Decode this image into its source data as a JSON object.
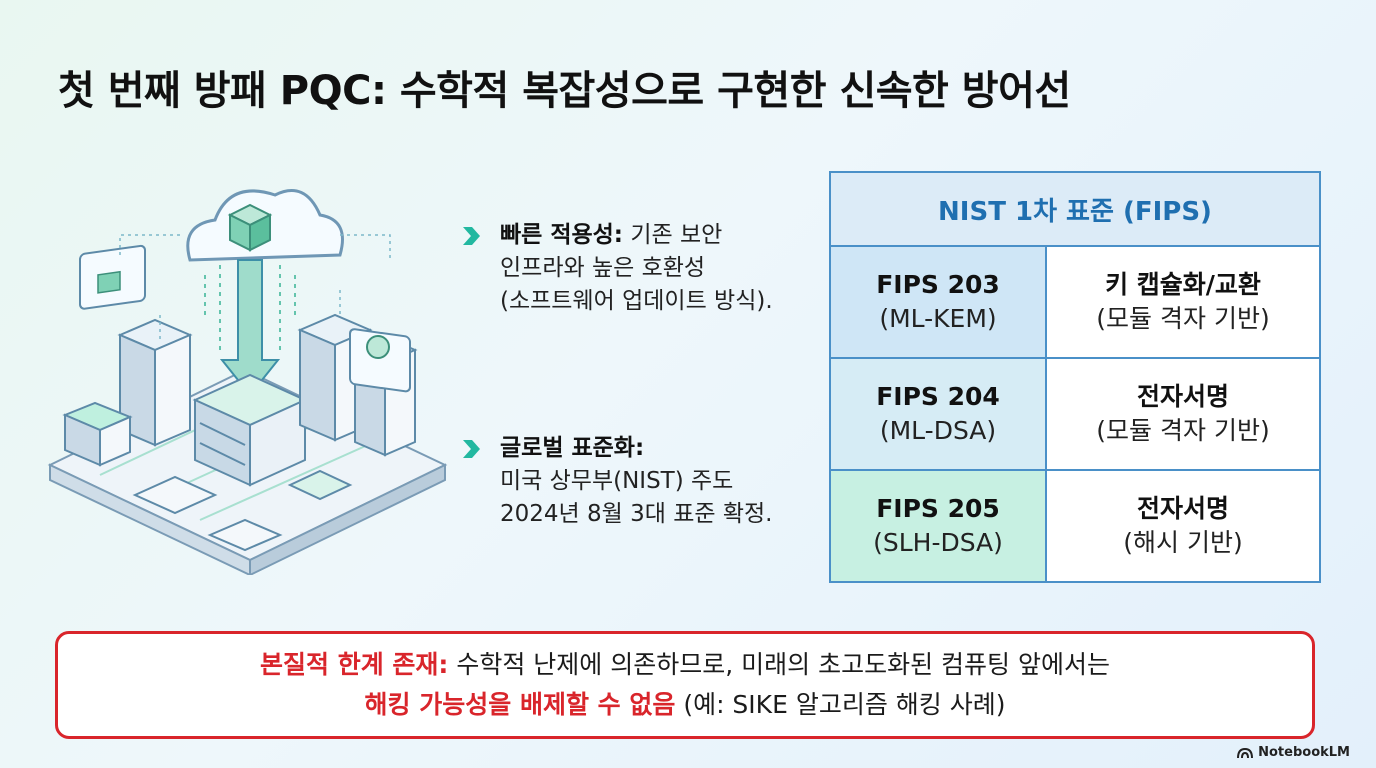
{
  "title": "첫 번째 방패 PQC: 수학적 복잡성으로 구현한 신속한 방어선",
  "bullets": [
    {
      "head": "빠른 적용성:",
      "lines": [
        "기존 보안",
        "인프라와 높은 호환성",
        "(소프트웨어 업데이트 방식)."
      ]
    },
    {
      "head": "글로벌 표준화:",
      "lines": [
        "미국 상무부(NIST) 주도",
        "2024년 8월 3대 표준 확정."
      ]
    }
  ],
  "table": {
    "header": "NIST 1차 표준 (FIPS)",
    "rows": [
      {
        "std": "FIPS 203",
        "alg": "(ML-KEM)",
        "use": "키 캡슐화/교환",
        "basis": "(모듈 격자 기반)"
      },
      {
        "std": "FIPS 204",
        "alg": "(ML-DSA)",
        "use": "전자서명",
        "basis": "(모듈 격자 기반)"
      },
      {
        "std": "FIPS 205",
        "alg": "(SLH-DSA)",
        "use": "전자서명",
        "basis": "(해시 기반)"
      }
    ]
  },
  "warning": {
    "label": "본질적 한계 존재:",
    "line1": "수학적 난제에 의존하므로, 미래의 초고도화된 컴퓨팅 앞에서는",
    "emph": "해킹 가능성을 배제할 수 없음",
    "line2": "(예: SIKE 알고리즘 해킹 사례)"
  },
  "brand": "NotebookLM",
  "icons": [
    "chevron-right-icon",
    "cloud-icon",
    "package-icon",
    "gear-icon",
    "server-icon",
    "notebooklm-logo-icon"
  ],
  "colors": {
    "accent": "#1f6fb0",
    "border": "#4a90c8",
    "warning": "#d9252b",
    "chevron": "#22b8a0"
  }
}
